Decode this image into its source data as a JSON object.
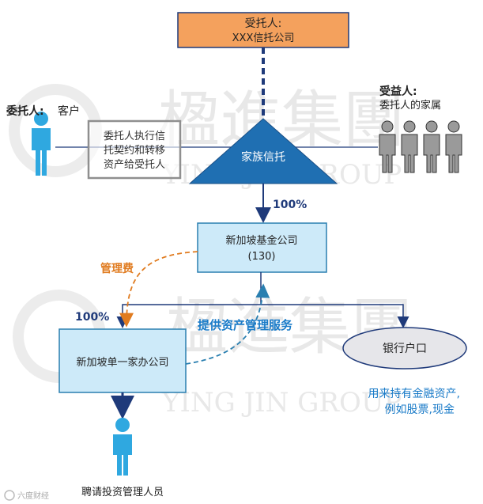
{
  "watermark": {
    "cn_text": "楹進集團",
    "en_text": "YING JIN GROUP",
    "bottom_en_text": "YING JIN GROUP"
  },
  "trustee": {
    "line1": "受托人:",
    "line2": "XXX信托公司"
  },
  "settlor": {
    "label": "委托人:",
    "value": "客户"
  },
  "settlor_action": {
    "line1": "委托人执行信",
    "line2": "托契约和转移",
    "line3": "资产给受托人"
  },
  "family_trust": {
    "label": "家族信托"
  },
  "beneficiary": {
    "label": "受益人:",
    "value": "委托人的家属"
  },
  "fund_company": {
    "line1": "新加坡基金公司",
    "line2": "(130)"
  },
  "ownership_top": "100%",
  "ownership_left": "100%",
  "management_fee": "管理费",
  "asset_service": "提供资产管理服务",
  "family_office": {
    "label": "新加坡单一家办公司"
  },
  "bank_account": {
    "label": "银行户口"
  },
  "bank_note": {
    "line1": "用来持有金融资产,",
    "line2": "例如股票,现金"
  },
  "hire_staff": "聘请投资管理人员",
  "source_watermark": "六度财经",
  "colors": {
    "trustee_fill": "#f4a15d",
    "light_blue_fill": "#cdeaf9",
    "triangle_fill": "#1f6fb2",
    "dark_navy": "#1f3a7a",
    "orange_text": "#e07b1f",
    "blue_text": "#1a7bc8",
    "person_blue": "#2fa8e0"
  }
}
